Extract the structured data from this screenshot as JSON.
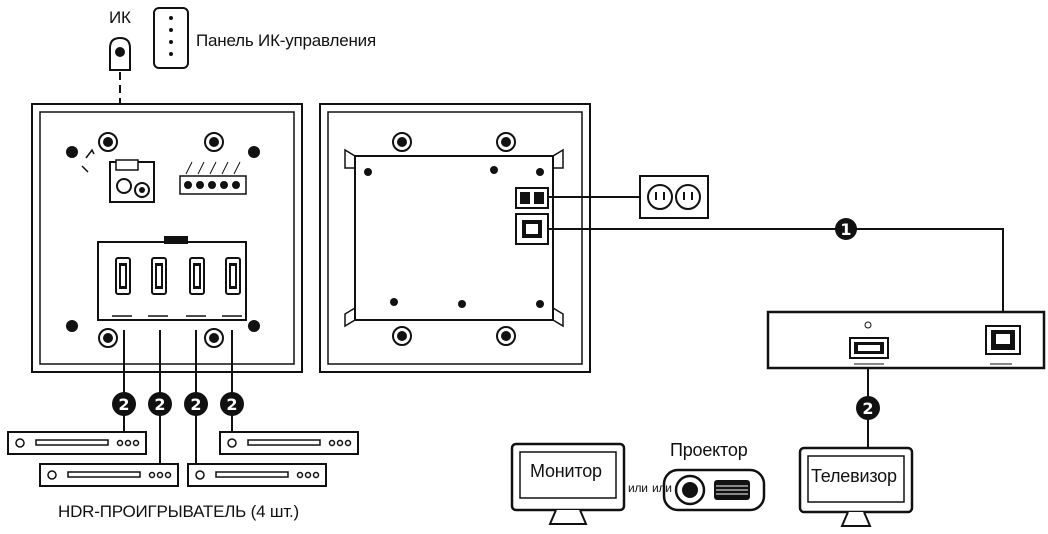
{
  "labels": {
    "ir": "ИК",
    "ir_panel": "Панель ИК-управления",
    "players": "HDR-ПРОИГРЫВАТЕЛЬ (4 шт.)",
    "monitor": "Монитор",
    "or_1": "или",
    "or_2": "или",
    "projector": "Проектор",
    "tv": "Телевизор"
  },
  "badges": {
    "lan_cable": "1",
    "hdmi_cable": "2"
  },
  "icons": {
    "ir_sensor": "ir-sensor-icon",
    "ir_panel": "ir-panel-icon",
    "power_outlet": "power-outlet-icon",
    "monitor": "monitor-icon",
    "projector": "projector-icon",
    "tv": "tv-icon"
  },
  "colors": {
    "line": "#111111",
    "background": "#ffffff"
  }
}
